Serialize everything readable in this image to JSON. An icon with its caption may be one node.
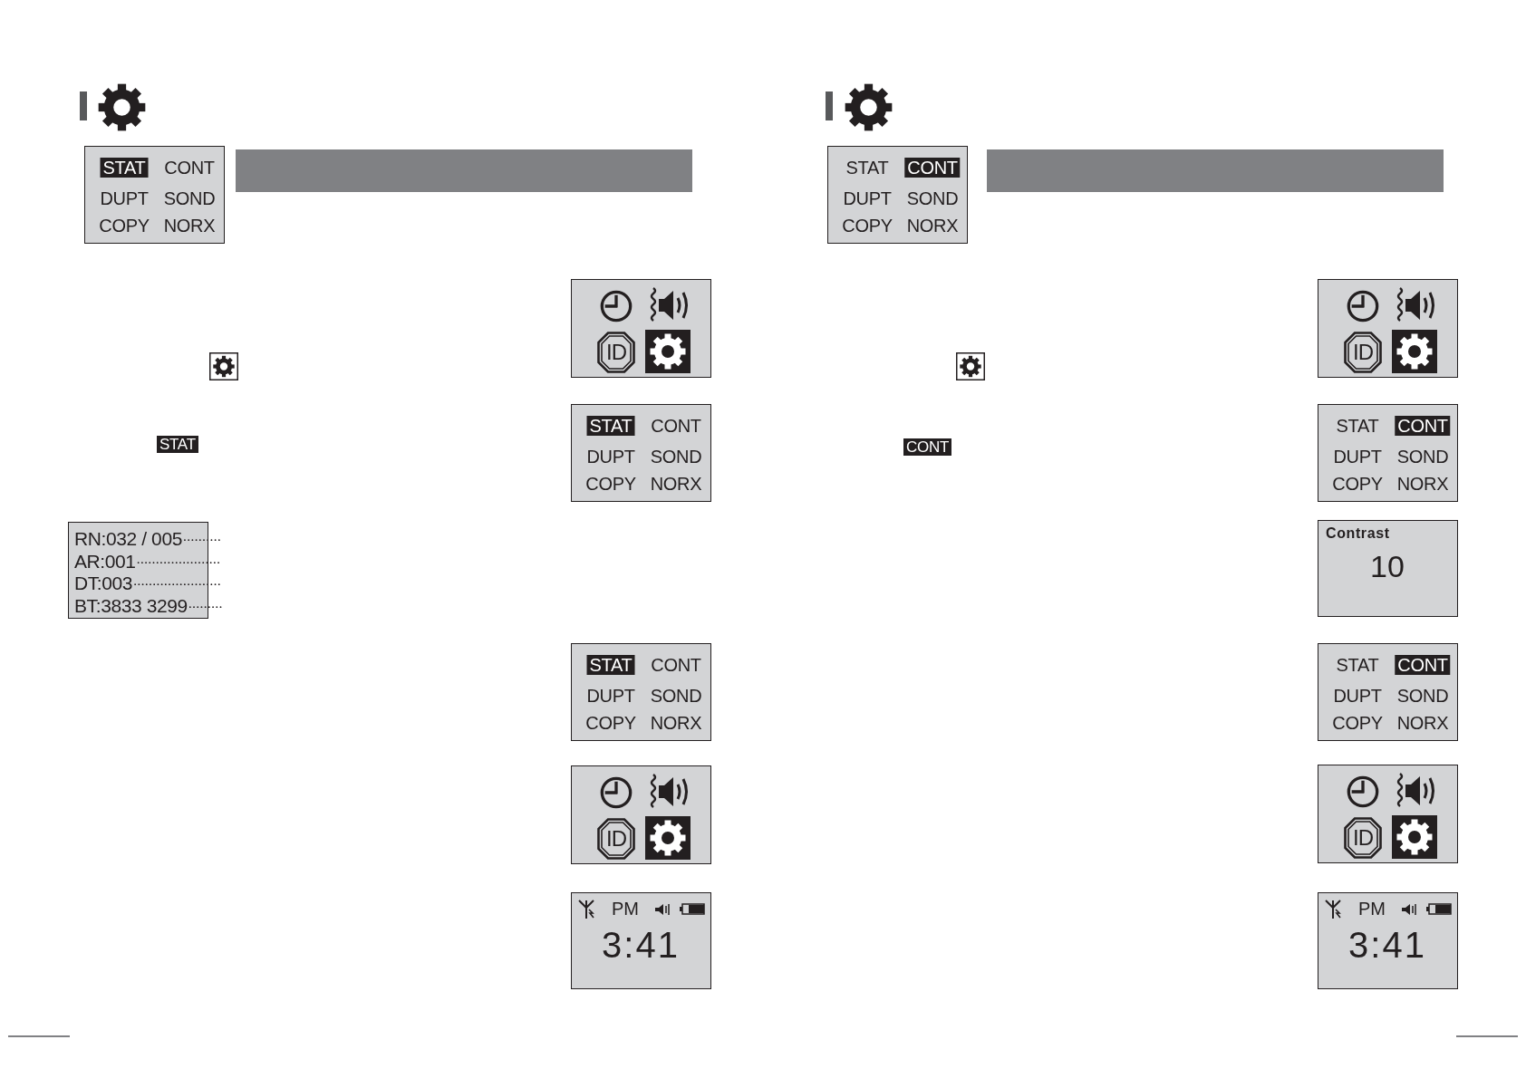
{
  "diagram": {
    "nodes": [
      {
        "text": [
          "STAT",
          "CONT",
          "DUPT",
          "SOND",
          "COPY",
          "NORX"
        ]
      },
      {
        "text": [
          "ID"
        ]
      },
      {
        "text": [
          "STAT",
          "CONT",
          "DUPT",
          "SOND",
          "COPY",
          "NORX"
        ]
      },
      {
        "text": [],
        "shape": "box"
      },
      {
        "text": [
          "RN:032 / 005"
        ],
        "in": 3
      },
      {
        "text": [
          "AR:001"
        ],
        "in": 3
      },
      {
        "text": [
          "DT:003"
        ],
        "in": 3
      },
      {
        "text": [
          "BT:3833 3299"
        ],
        "in": 3
      },
      {
        "text": [
          "STAT",
          "CONT",
          "DUPT",
          "SOND",
          "COPY",
          "NORX"
        ]
      },
      {
        "text": [
          "ID"
        ]
      },
      {
        "text": [
          "PM",
          "3:41"
        ]
      },
      {
        "text": [
          "STAT",
          "CONT",
          "DUPT",
          "SOND",
          "COPY",
          "NORX"
        ]
      },
      {
        "text": [
          "ID"
        ]
      },
      {
        "text": [
          "STAT",
          "CONT",
          "DUPT",
          "SOND",
          "COPY",
          "NORX"
        ]
      },
      {
        "text": [
          "Contrast",
          "10"
        ]
      },
      {
        "text": [
          "STAT",
          "CONT",
          "DUPT",
          "SOND",
          "COPY",
          "NORX"
        ]
      },
      {
        "text": [
          "ID"
        ]
      },
      {
        "text": [
          "PM",
          "3:41"
        ]
      }
    ],
    "edges": [
      {
        "from": 4,
        "to": null,
        "arrow": "none",
        "style": "dashed"
      },
      {
        "from": 5,
        "to": null,
        "arrow": "none",
        "style": "dashed"
      },
      {
        "from": 6,
        "to": null,
        "arrow": "none",
        "style": "dashed"
      },
      {
        "from": 7,
        "to": null,
        "arrow": "none",
        "style": "dashed"
      }
    ],
    "labels": [
      "STAT",
      "CONT"
    ]
  }
}
